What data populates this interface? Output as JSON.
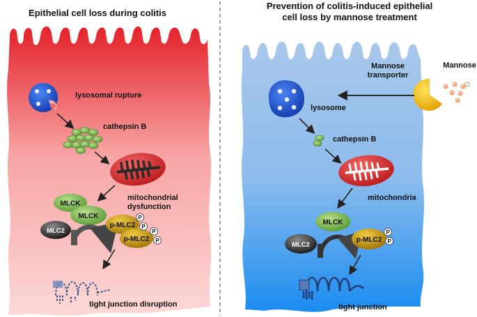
{
  "left_panel": {
    "title": "Epithelial cell loss during colitis",
    "labels": {
      "lysosomal_rupture": "lysosomal rupture",
      "cathepsin_b": "cathepsin B",
      "mito_line1": "mitochondrial",
      "mito_line2": "dysfunction",
      "mlck_top": "MLCK",
      "mlck_bottom": "MLCK",
      "mlc2": "MLC2",
      "pmlc2_a": "p-MLC2",
      "pmlc2_b": "p-MLC2",
      "tight_junction": "tight junction disruption"
    },
    "phospho": [
      "P",
      "P",
      "P",
      "P"
    ]
  },
  "right_panel": {
    "title_line1": "Prevention of colitis-induced epithelial",
    "title_line2": "cell loss by mannose treatment",
    "labels": {
      "mannose_transporter_1": "Mannose",
      "mannose_transporter_2": "transporter",
      "mannose": "Mannose",
      "lysosome": "lysosome",
      "cathepsin_b": "cathepsin B",
      "mitochondria": "mitochondria",
      "mlck": "MLCK",
      "mlc2": "MLC2",
      "pmlc2": "p-MLC2",
      "tight_junction": "tight junction"
    },
    "phospho": [
      "P",
      "P"
    ]
  },
  "colors": {
    "left_cell_top": "#e8282c",
    "left_cell_bottom": "#fbd3d1",
    "right_cell_top": "#a9c8ea",
    "right_cell_bottom": "#1e90f0",
    "mlck_green": "#7dbb4d",
    "mlc2_dark": "#2e2e2e",
    "pmlc2_gold": "#c7960c",
    "mito_red": "#d8262a",
    "lysosome_blue": "#1a55d8",
    "mannose_yellow": "#f2b600",
    "mannose_dots": "#f3a27a"
  }
}
